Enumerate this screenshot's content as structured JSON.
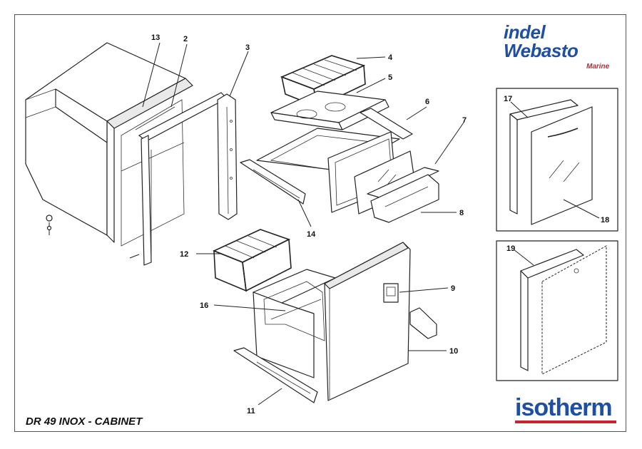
{
  "title": "DR 49 INOX - CABINET",
  "brand": {
    "indel": "indel",
    "webasto": "Webasto",
    "marine": "Marine",
    "isotherm": "isotherm",
    "primary_color": "#1e4fa3",
    "accent_color": "#c8242b"
  },
  "callouts": {
    "c1": "13",
    "c2": "2",
    "c3": "3",
    "c4": "4",
    "c5": "5",
    "c6": "6",
    "c7": "7",
    "c8": "8",
    "c9": "9",
    "c10": "10",
    "c11": "11",
    "c12": "12",
    "c14": "14",
    "c16": "16",
    "c17": "17",
    "c18": "18",
    "c19": "19"
  }
}
